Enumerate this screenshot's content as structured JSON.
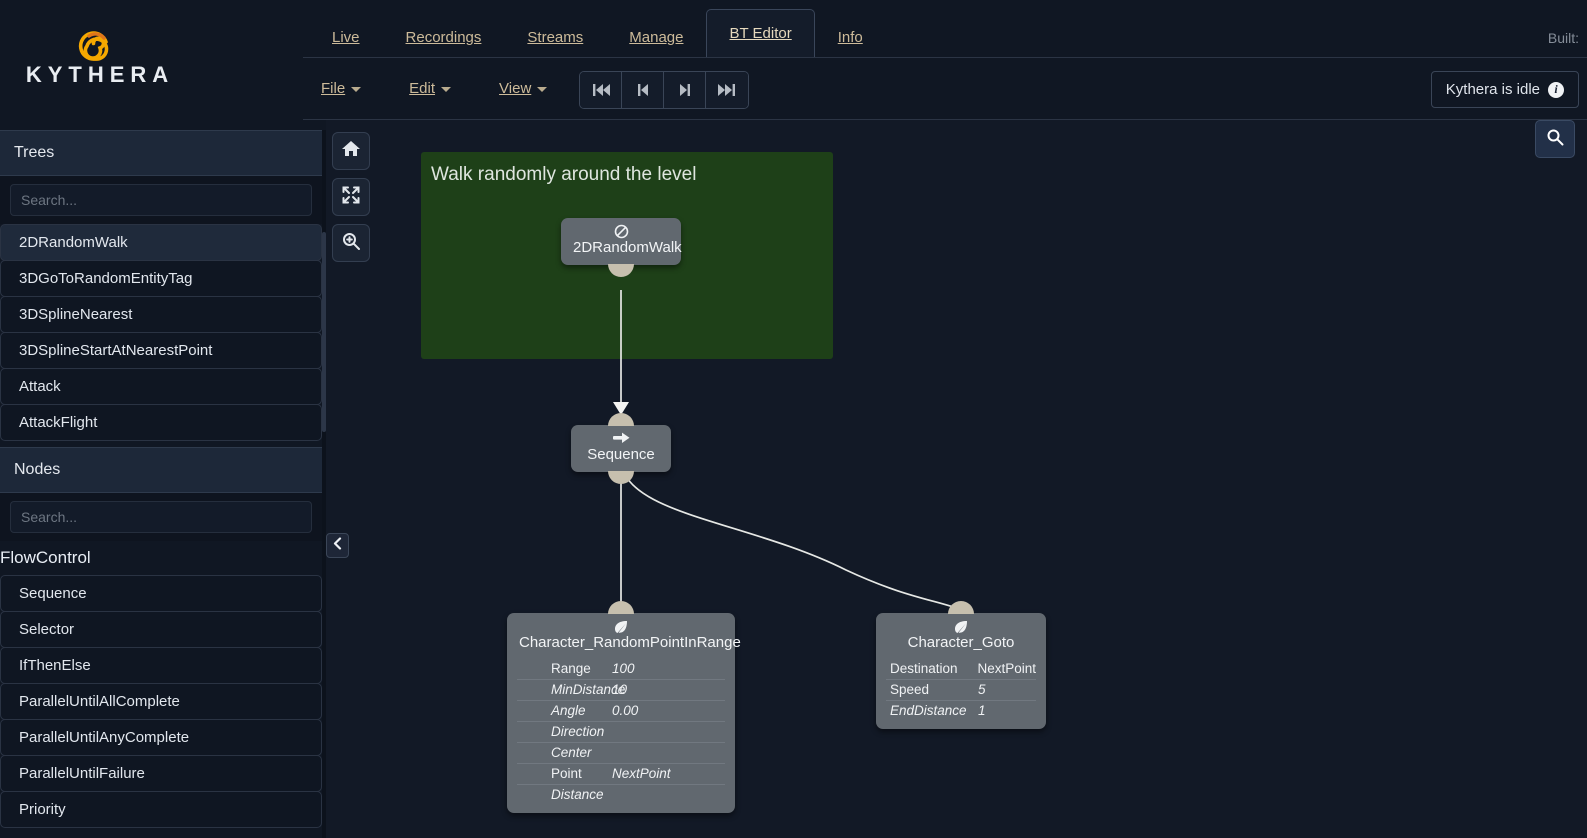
{
  "brand": {
    "name": "KYTHERA",
    "logo_icon": "kythera-spiral-logo"
  },
  "header": {
    "tabs": [
      {
        "label": "Live",
        "active": false
      },
      {
        "label": "Recordings",
        "active": false
      },
      {
        "label": "Streams",
        "active": false
      },
      {
        "label": "Manage",
        "active": false
      },
      {
        "label": "BT Editor",
        "active": true
      },
      {
        "label": "Info",
        "active": false
      }
    ],
    "built_label": "Built:"
  },
  "toolbar": {
    "menus": [
      {
        "label": "File"
      },
      {
        "label": "Edit"
      },
      {
        "label": "View"
      }
    ],
    "transport": [
      {
        "icon": "skip-to-start-icon"
      },
      {
        "icon": "step-back-icon"
      },
      {
        "icon": "step-forward-icon"
      },
      {
        "icon": "skip-to-end-icon"
      }
    ],
    "status": {
      "text": "Kythera is idle",
      "icon": "info-icon",
      "glyph": "i"
    }
  },
  "sidebar": {
    "trees_panel": {
      "title": "Trees",
      "search_placeholder": "Search...",
      "search_value": "",
      "items": [
        {
          "label": "2DRandomWalk",
          "selected": true
        },
        {
          "label": "3DGoToRandomEntityTag",
          "selected": false
        },
        {
          "label": "3DSplineNearest",
          "selected": false
        },
        {
          "label": "3DSplineStartAtNearestPoint",
          "selected": false
        },
        {
          "label": "Attack",
          "selected": false
        },
        {
          "label": "AttackFlight",
          "selected": false
        }
      ]
    },
    "nodes_panel": {
      "title": "Nodes",
      "search_placeholder": "Search...",
      "search_value": "",
      "group_label": "FlowControl",
      "items": [
        {
          "label": "Sequence"
        },
        {
          "label": "Selector"
        },
        {
          "label": "IfThenElse"
        },
        {
          "label": "ParallelUntilAllComplete"
        },
        {
          "label": "ParallelUntilAnyComplete"
        },
        {
          "label": "ParallelUntilFailure"
        },
        {
          "label": "Priority"
        }
      ]
    },
    "collapse_icon": "chevron-left-icon"
  },
  "canvas": {
    "tools": [
      {
        "icon": "home-icon"
      },
      {
        "icon": "fit-to-screen-icon"
      },
      {
        "icon": "zoom-search-icon"
      }
    ],
    "search_fab_icon": "search-icon",
    "comment": {
      "text": "Walk randomly around the level",
      "color": "#1e4018"
    },
    "nodes": [
      {
        "id": "root",
        "icon": "no-entry-icon",
        "title": "2DRandomWalk",
        "properties": []
      },
      {
        "id": "sequence",
        "icon": "arrow-right-icon",
        "title": "Sequence",
        "properties": []
      },
      {
        "id": "random-point",
        "icon": "leaf-icon",
        "title": "Character_RandomPointInRange",
        "properties": [
          {
            "key": "Range",
            "value": "100",
            "key_italic": false,
            "value_italic": true
          },
          {
            "key": "MinDistance",
            "value": "10",
            "key_italic": true,
            "value_italic": true
          },
          {
            "key": "Angle",
            "value": "0.00",
            "key_italic": true,
            "value_italic": true
          },
          {
            "key": "Direction",
            "value": "",
            "key_italic": true,
            "value_italic": true
          },
          {
            "key": "Center",
            "value": "",
            "key_italic": true,
            "value_italic": true
          },
          {
            "key": "Point",
            "value": "NextPoint",
            "key_italic": false,
            "value_italic": true
          },
          {
            "key": "Distance",
            "value": "",
            "key_italic": true,
            "value_italic": true
          }
        ]
      },
      {
        "id": "goto",
        "icon": "leaf-icon",
        "title": "Character_Goto",
        "properties": [
          {
            "key": "Destination",
            "value": "NextPoint",
            "key_italic": false,
            "value_italic": false
          },
          {
            "key": "Speed",
            "value": "5",
            "key_italic": false,
            "value_italic": true
          },
          {
            "key": "EndDistance",
            "value": "1",
            "key_italic": true,
            "value_italic": true
          }
        ]
      }
    ]
  },
  "colors": {
    "background": "#101723",
    "canvas": "#121926",
    "panel_header": "#1d2839",
    "tab_text": "#cdbb9a",
    "node_fill": "#61686f",
    "comment_green": "#1e4018",
    "socket": "#c6bfae"
  }
}
